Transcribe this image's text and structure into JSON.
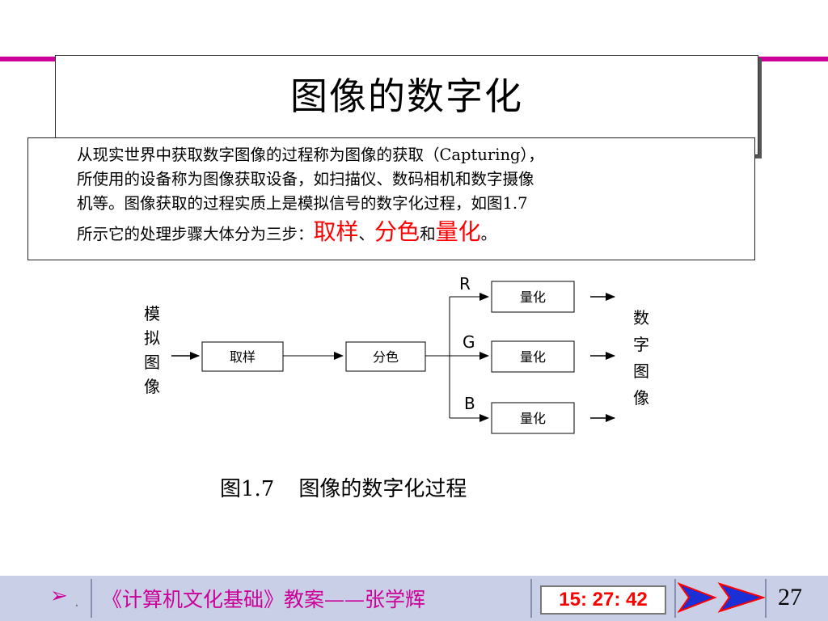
{
  "slide": {
    "title": "图像的数字化",
    "paragraph": {
      "line1": "从现实世界中获取数字图像的过程称为图像的获取（Capturing），",
      "line2": "所使用的设备称为图像获取设备，如扫描仪、数码相机和数字摄像",
      "line3": "机等。图像获取的过程实质上是模拟信号的数字化过程，如图1.7",
      "line4_prefix": "所示它的处理步骤大体分为三步：",
      "step1": "取样",
      "sep1": "、",
      "step2": "分色",
      "conj": "和",
      "step3": "量化",
      "end": "。"
    }
  },
  "diagram": {
    "input_label": [
      "模",
      "拟",
      "图",
      "像"
    ],
    "output_label": [
      "数",
      "字",
      "图",
      "像"
    ],
    "sample_box": "取样",
    "separate_box": "分色",
    "channels": [
      {
        "letter": "R",
        "box": "量化"
      },
      {
        "letter": "G",
        "box": "量化"
      },
      {
        "letter": "B",
        "box": "量化"
      }
    ]
  },
  "caption": {
    "number": "图1.7",
    "text": "图像的数字化过程"
  },
  "footer": {
    "arrow_glyph": "➢",
    "dot": ".",
    "course_title": "《计算机文化基础》教案——张学辉",
    "clock": "15: 27: 42",
    "page_number": "27",
    "nav_icon": "double-arrow-next-icon"
  },
  "colors": {
    "accent_magenta": "#cc0099",
    "highlight_red": "#ff0000",
    "footer_bg": "#c8cfe6",
    "nav_blue": "#1a2fd6"
  }
}
